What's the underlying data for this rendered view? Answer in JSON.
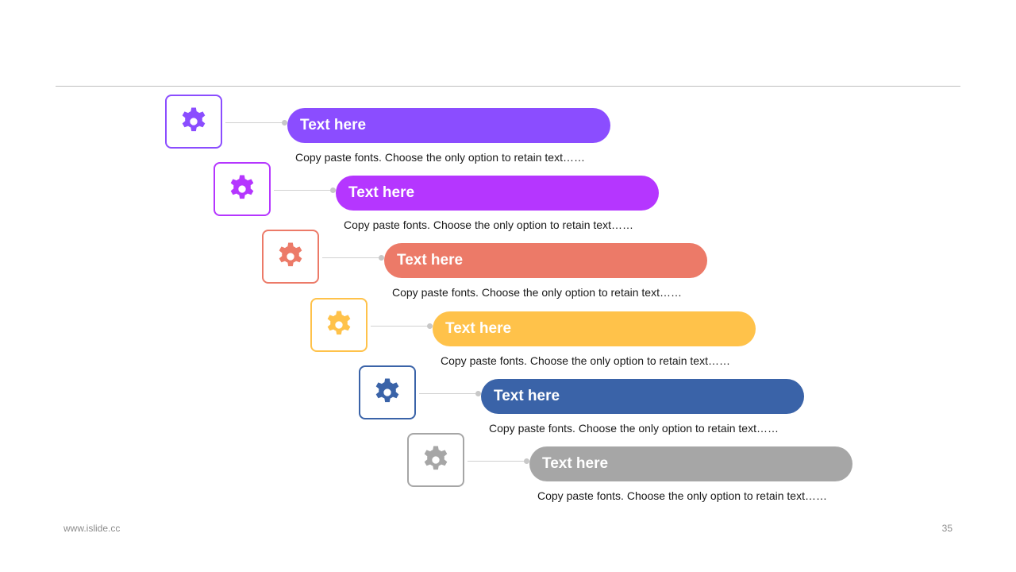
{
  "steps": [
    {
      "title": "Text here",
      "description": "Copy paste fonts. Choose the only option to retain text……",
      "color": "#8b4dff",
      "icon": "gear-icon"
    },
    {
      "title": "Text here",
      "description": "Copy paste fonts. Choose the only option to retain text……",
      "color": "#b536ff",
      "icon": "gear-icon"
    },
    {
      "title": "Text here",
      "description": "Copy paste fonts. Choose the only option to retain text……",
      "color": "#ec7a68",
      "icon": "gear-icon"
    },
    {
      "title": "Text here",
      "description": "Copy paste fonts. Choose the only option to retain text……",
      "color": "#ffc24a",
      "icon": "gear-icon"
    },
    {
      "title": "Text here",
      "description": "Copy paste fonts. Choose the only option to retain text……",
      "color": "#3a63a8",
      "icon": "gear-icon"
    },
    {
      "title": "Text here",
      "description": "Copy paste fonts. Choose the only option to retain text……",
      "color": "#a6a6a6",
      "icon": "gear-icon"
    }
  ],
  "footer": {
    "website": "www.islide.cc",
    "page_number": "35"
  }
}
